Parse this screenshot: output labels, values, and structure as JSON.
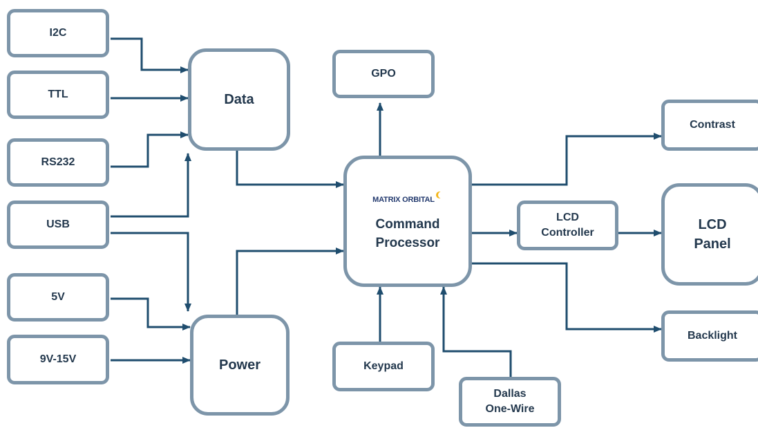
{
  "inputs": {
    "i2c": "I2C",
    "ttl": "TTL",
    "rs232": "RS232",
    "usb": "USB",
    "v5": "5V",
    "v9_15": "9V-15V"
  },
  "hubs": {
    "data": "Data",
    "power": "Power"
  },
  "processor": {
    "brand": "MATRIX ORBITAL",
    "title_line1": "Command",
    "title_line2": "Processor"
  },
  "peripherals": {
    "gpo": "GPO",
    "keypad": "Keypad",
    "dallas_line1": "Dallas",
    "dallas_line2": "One-Wire"
  },
  "outputs": {
    "contrast": "Contrast",
    "lcd_controller_line1": "LCD",
    "lcd_controller_line2": "Controller",
    "lcd_panel_line1": "LCD",
    "lcd_panel_line2": "Panel",
    "backlight": "Backlight"
  },
  "colors": {
    "box_border": "#7d95a9",
    "arrow": "#1f4d6e",
    "text": "#23384d",
    "logo_accent": "#f4b619"
  }
}
